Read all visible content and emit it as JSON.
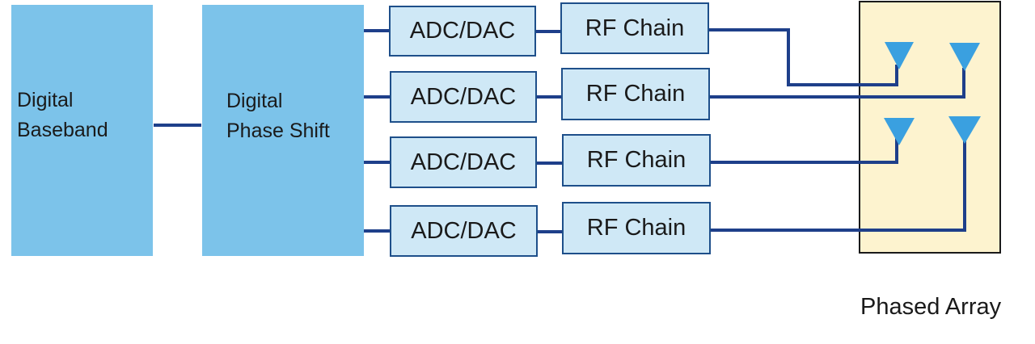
{
  "baseband": {
    "line1": "Digital",
    "line2": "Baseband"
  },
  "phase_shift": {
    "line1": "Digital",
    "line2": "Phase Shift"
  },
  "converters": [
    "ADC/DAC",
    "ADC/DAC",
    "ADC/DAC",
    "ADC/DAC"
  ],
  "rf_chains": [
    "RF Chain",
    "RF Chain",
    "RF Chain",
    "RF Chain"
  ],
  "phased_array": {
    "label": "Phased Array"
  },
  "colors": {
    "block": "#7cc3ea",
    "box": "#cfe8f6",
    "wire": "#1e3f8a",
    "antenna": "#3aa0e0",
    "array_bg": "#fdf3cf"
  }
}
